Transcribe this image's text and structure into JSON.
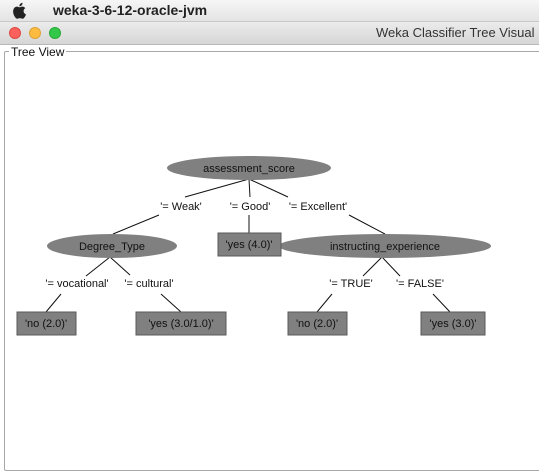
{
  "menubar": {
    "app_name": "weka-3-6-12-oracle-jvm"
  },
  "window": {
    "title": "Weka Classifier Tree Visual"
  },
  "panel": {
    "label": "Tree View"
  },
  "tree": {
    "nodes": {
      "root": "assessment_score",
      "degree": "Degree_Type",
      "instr": "instructing_experience"
    },
    "edges": {
      "weak": "'= Weak'",
      "good": "'= Good'",
      "excellent": "'= Excellent'",
      "vocational": "'= vocational'",
      "cultural": "'= cultural'",
      "true": "'= TRUE'",
      "false": "'= FALSE'"
    },
    "leaves": {
      "good": "'yes (4.0)'",
      "vocational": "'no (2.0)'",
      "cultural": "'yes (3.0/1.0)'",
      "true": "'no (2.0)'",
      "false": "'yes (3.0)'"
    }
  },
  "colors": {
    "node_fill": "#808080",
    "leaf_fill": "#808080",
    "leaf_border": "#5a5a5a"
  }
}
